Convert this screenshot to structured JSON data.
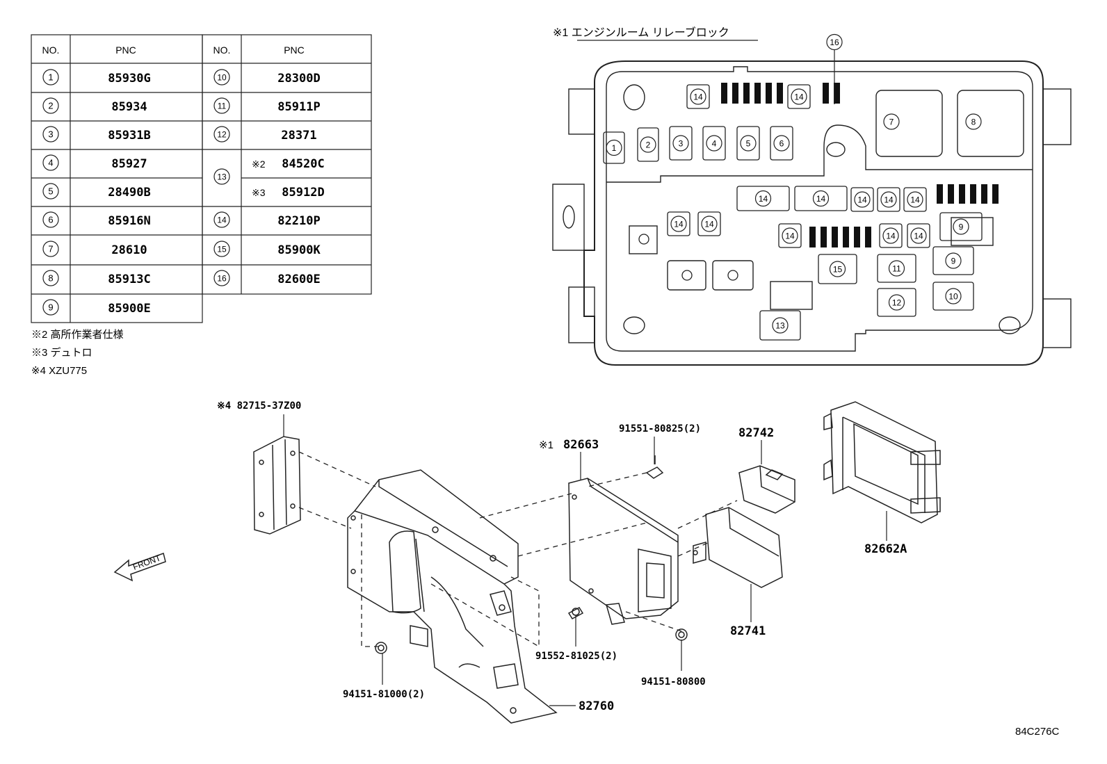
{
  "table": {
    "headers": [
      "NO.",
      "PNC",
      "NO.",
      "PNC"
    ],
    "left_rows": [
      {
        "no": "1",
        "pnc": "85930G"
      },
      {
        "no": "2",
        "pnc": "85934"
      },
      {
        "no": "3",
        "pnc": "85931B"
      },
      {
        "no": "4",
        "pnc": "85927"
      },
      {
        "no": "5",
        "pnc": "28490B"
      },
      {
        "no": "6",
        "pnc": "85916N"
      },
      {
        "no": "7",
        "pnc": "28610"
      },
      {
        "no": "8",
        "pnc": "85913C"
      },
      {
        "no": "9",
        "pnc": "85900E"
      }
    ],
    "right_rows": [
      {
        "no": "10",
        "pnc": "28300D"
      },
      {
        "no": "11",
        "pnc": "85911P"
      },
      {
        "no": "12",
        "pnc": "28371"
      },
      {
        "no": "13",
        "pnc_lines": [
          {
            "mark": "※2",
            "pnc": "84520C"
          },
          {
            "mark": "※3",
            "pnc": "85912D"
          }
        ]
      },
      {
        "no": "14",
        "pnc": "82210P"
      },
      {
        "no": "15",
        "pnc": "85900K"
      },
      {
        "no": "16",
        "pnc": "82600E"
      }
    ]
  },
  "notes": [
    "※2 高所作業者仕様",
    "※3 デュトロ",
    "※4 XZU775"
  ],
  "relay_block": {
    "title": "※1 エンジンルーム リレーブロック",
    "slots": [
      "1",
      "2",
      "3",
      "4",
      "5",
      "6",
      "7",
      "8",
      "9",
      "9",
      "10",
      "11",
      "12",
      "13",
      "14",
      "14",
      "14",
      "14",
      "14",
      "14",
      "14",
      "14",
      "14",
      "14",
      "14",
      "14",
      "15",
      "16"
    ]
  },
  "parts": {
    "bracket_ref": "※4 82715-37Z00",
    "block_ref_mark": "※1",
    "block_ref": "82663",
    "bolt_top": "91551-80825(2)",
    "relay_upper": "82742",
    "cover": "82662A",
    "relay_lower": "82741",
    "bolt_bottom": "91552-81025(2)",
    "nut_right": "94151-80800",
    "nut_left": "94151-81000(2)",
    "bracket_main": "82760",
    "front_label": "FRONT"
  },
  "diagram_id": "84C276C"
}
